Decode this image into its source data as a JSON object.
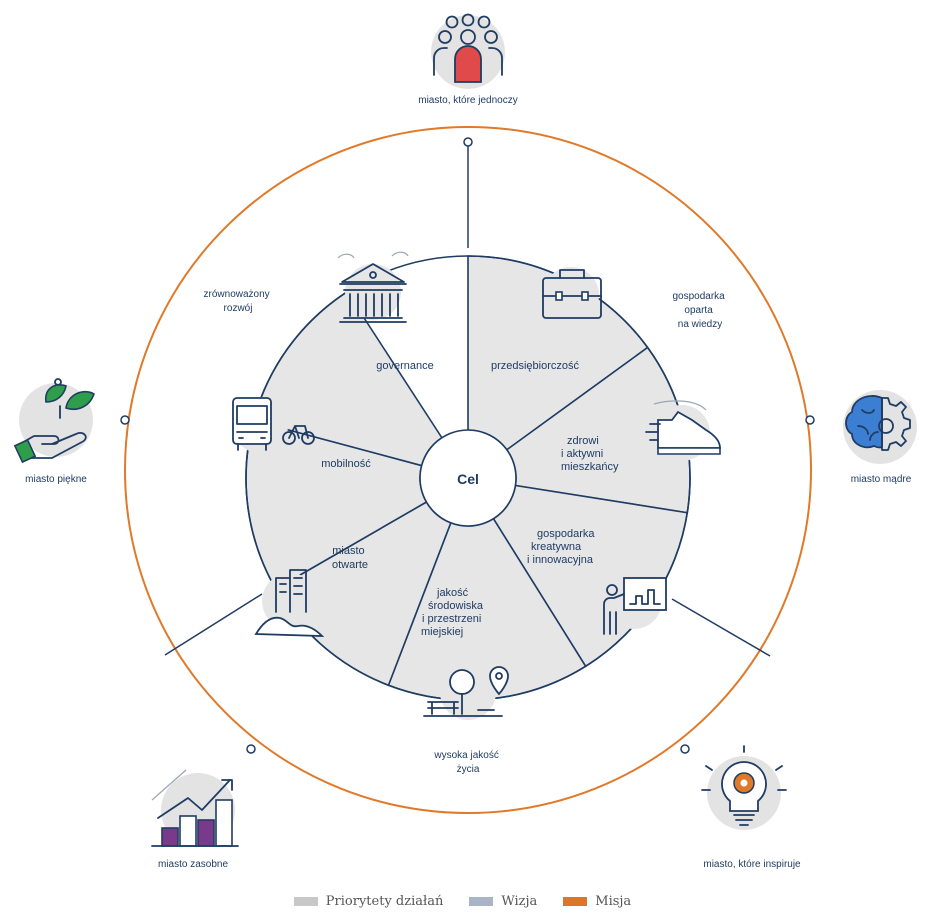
{
  "center": {
    "label": "Cel"
  },
  "priorities": [
    {
      "id": "governance",
      "lines": [
        "governance"
      ]
    },
    {
      "id": "przedsiebiorczosc",
      "lines": [
        "przedsiębiorczość"
      ]
    },
    {
      "id": "zdrowi",
      "lines": [
        "zdrowi",
        "i aktywni",
        "mieszkańcy"
      ]
    },
    {
      "id": "gospodarka-kreatywna",
      "lines": [
        "gospodarka",
        "kreatywna",
        "i innowacyjna"
      ]
    },
    {
      "id": "jakosc-srodowiska",
      "lines": [
        "jakość",
        "środowiska",
        "i przestrzeni",
        "miejskiej"
      ]
    },
    {
      "id": "miasto-otwarte",
      "lines": [
        "miasto",
        "otwarte"
      ]
    },
    {
      "id": "mobilnosc",
      "lines": [
        "mobilność"
      ]
    }
  ],
  "visions": [
    {
      "id": "zrownowazony-rozwoj",
      "lines": [
        "zrównoważony",
        "rozwój"
      ]
    },
    {
      "id": "gospodarka-oparta",
      "lines": [
        "gospodarka",
        "oparta",
        "na wiedzy"
      ]
    },
    {
      "id": "wysoka-jakosc",
      "lines": [
        "wysoka jakość",
        "życia"
      ]
    }
  ],
  "missions": [
    {
      "id": "miasto-ktore-jednoczy",
      "label": "miasto, które jednoczy",
      "icon": "people-icon"
    },
    {
      "id": "miasto-madre",
      "label": "miasto mądre",
      "icon": "brain-gear-icon"
    },
    {
      "id": "miasto-ktore-inspiruje",
      "label": "miasto, które inspiruje",
      "icon": "lightbulb-gear-icon"
    },
    {
      "id": "miasto-zasobne",
      "label": "miasto zasobne",
      "icon": "growth-chart-icon"
    },
    {
      "id": "miasto-piekne",
      "label": "miasto piękne",
      "icon": "hand-leaf-icon"
    }
  ],
  "legend": [
    {
      "label": "Priorytety działań",
      "color": "#c8c8c8"
    },
    {
      "label": "Wizja",
      "color": "#a9b5c6"
    },
    {
      "label": "Misja",
      "color": "#d9782d"
    }
  ],
  "colors": {
    "navy": "#1f3c63",
    "orange": "#e07a2a",
    "segment_fill": "#e6e6e6",
    "icon_bg": "#e3e3e3",
    "accent_red": "#e04a4a",
    "accent_green": "#2e9e4a",
    "accent_blue": "#3c7ed1",
    "accent_purple": "#7a3a8c"
  }
}
